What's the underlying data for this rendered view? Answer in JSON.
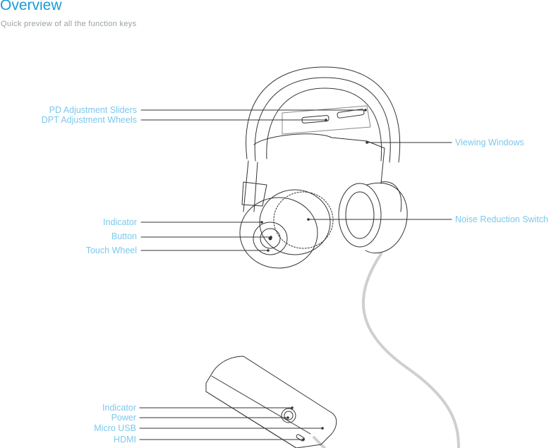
{
  "header": {
    "title": "Overview",
    "subtitle": "Quick preview of all the function keys"
  },
  "headset_labels": {
    "pd_sliders": "PD Adjustment Sliders",
    "dpt_wheels": "DPT Adjustment Wheels",
    "viewing_windows": "Viewing Windows",
    "indicator": "Indicator",
    "button": "Button",
    "touch_wheel": "Touch Wheel",
    "noise_switch": "Noise Reduction Switch"
  },
  "box_labels": {
    "indicator": "Indicator",
    "power": "Power",
    "micro_usb": "Micro USB",
    "hdmi": "HDMI"
  },
  "colors": {
    "accent": "#1a9bd7",
    "label": "#7cc8ec",
    "line": "#333333",
    "cable": "#cfcfcf"
  }
}
